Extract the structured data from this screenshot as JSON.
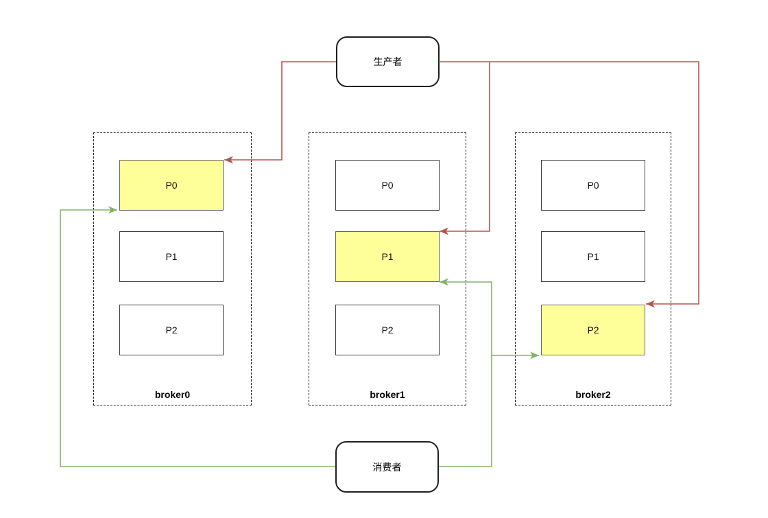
{
  "diagram": {
    "producer": {
      "label": "生产者"
    },
    "consumer": {
      "label": "消费者"
    },
    "brokers": [
      {
        "label": "broker0",
        "partitions": [
          {
            "label": "P0",
            "highlighted": true
          },
          {
            "label": "P1",
            "highlighted": false
          },
          {
            "label": "P2",
            "highlighted": false
          }
        ]
      },
      {
        "label": "broker1",
        "partitions": [
          {
            "label": "P0",
            "highlighted": false
          },
          {
            "label": "P1",
            "highlighted": true
          },
          {
            "label": "P2",
            "highlighted": false
          }
        ]
      },
      {
        "label": "broker2",
        "partitions": [
          {
            "label": "P0",
            "highlighted": false
          },
          {
            "label": "P1",
            "highlighted": false
          },
          {
            "label": "P2",
            "highlighted": true
          }
        ]
      }
    ],
    "connections": [
      {
        "from": "生产者",
        "to": "broker0.P0",
        "color": "#b85450"
      },
      {
        "from": "生产者",
        "to": "broker1.P1",
        "color": "#b85450"
      },
      {
        "from": "生产者",
        "to": "broker2.P2",
        "color": "#b85450"
      },
      {
        "from": "消费者",
        "to": "broker0.P0",
        "color": "#82b366"
      },
      {
        "from": "消费者",
        "to": "broker1.P1",
        "color": "#82b366"
      },
      {
        "from": "消费者",
        "to": "broker2.P2",
        "color": "#82b366"
      }
    ],
    "edges": {
      "producer_color": "#b85450",
      "consumer_color": "#82b366"
    },
    "colors": {
      "highlight_fill": "#ffff99",
      "highlight_border": "#666666",
      "partition_border": "#3d3d3d",
      "broker_border": "#1a1a1a",
      "background": "#ffffff"
    }
  }
}
